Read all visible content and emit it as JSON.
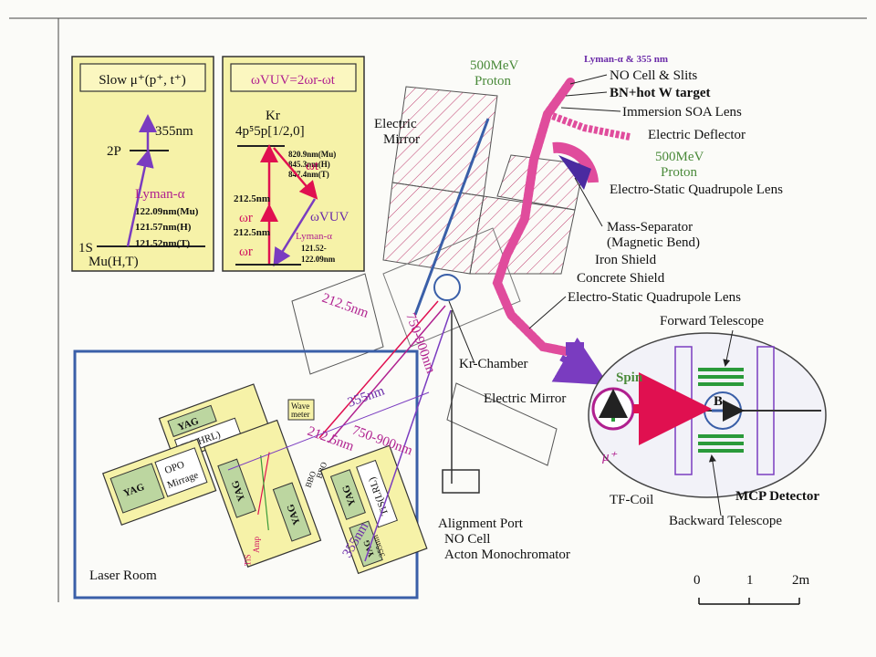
{
  "panel_mu": {
    "title": "Slow μ⁺(p⁺, t⁺)",
    "level_2p": "2P",
    "level_1s": "1S",
    "ground_species": "Mu(H,T)",
    "arrow_355": "355nm",
    "lyman_label": "Lyman-α",
    "wl_mu": "122.09nm(Mu)",
    "wl_h": "121.57nm(H)",
    "wl_t": "121.52nm(T)"
  },
  "panel_kr": {
    "title": "ωVUV=2ωr-ωt",
    "species": "Kr",
    "state": "4p⁵5p[1/2,0]",
    "wl_820": "820.9nm(Mu)",
    "wl_845": "845.3nm(H)",
    "wl_847": "847.4nm(T)",
    "upper_212": "212.5nm",
    "upper_omega_r": "ωr",
    "omega_t": "ωt",
    "omega_vuv": "ωVUV",
    "lower_212": "212.5nm",
    "lower_omega_r": "ωr",
    "lyman_label": "Lyman-α",
    "lyman_range_1": "121.52-",
    "lyman_range_2": "122.09nm"
  },
  "beamline_labels": {
    "lyman_355": "Lyman-α & 355 nm",
    "proton_top_1": "500MeV",
    "proton_top_2": "Proton",
    "no_cell_slits": "NO Cell & Slits",
    "target": "BN+hot W target",
    "soa_lens": "Immersion SOA Lens",
    "electric_mirror_top_1": "Electric",
    "electric_mirror_top_2": "Mirror",
    "electric_deflector": "Electric Deflector",
    "proton_right_1": "500MeV",
    "proton_right_2": "Proton",
    "esq_lens_top": "Electro-Static Quadrupole Lens",
    "mass_separator_1": "Mass-Separator",
    "mass_separator_2": "(Magnetic Bend)",
    "iron_shield": "Iron Shield",
    "concrete_shield": "Concrete Shield",
    "esq_lens_bottom": "Electro-Static Quadrupole Lens",
    "forward_telescope": "Forward Telescope",
    "kr_chamber": "Kr-Chamber",
    "electric_mirror_bottom": "Electric Mirror",
    "spin": "Spin",
    "mu_plus": "μ⁺",
    "field_b": "B",
    "tf_coil": "TF-Coil",
    "mcp_detector": "MCP Detector",
    "backward_telescope": "Backward Telescope",
    "alignment_port": "Alignment Port",
    "no_cell": "NO Cell",
    "monochromator": "Acton Monochromator"
  },
  "laser_room": {
    "title": "Laser Room",
    "yag_1": "YAG",
    "tis_hrl": "TiS(HRL)",
    "yag_2": "YAG",
    "opo_1": "OPO",
    "opo_2": "Mirrage",
    "yag_3": "YAG",
    "yag_4": "YAG",
    "amp": "Amp",
    "tis": "TiS",
    "bbo_1": "BBO",
    "bbo_2": "BBO",
    "wave_meter_1": "Wave",
    "wave_meter_2": "meter",
    "yag_5": "YAG",
    "tis_lrl": "TiS(LRL)",
    "yag_6": "YAG",
    "yag_6_sub": "355nm",
    "beam_212_a": "212.5nm",
    "beam_750_a": "750-900nm",
    "beam_355_a": "355nm",
    "beam_212_b": "212.5nm",
    "beam_750_b": "750-900nm",
    "beam_355_b": "355nm"
  },
  "scale_bar": {
    "tick_0": "0",
    "tick_1": "1",
    "tick_2": "2m"
  },
  "colors": {
    "panel_fill": "#f6f2a8",
    "beamline": "#e04c9c",
    "beam_red": "#e01050",
    "beam_purple": "#7a3cc0",
    "label_magenta": "#b0208f",
    "label_green": "#4a8a3a",
    "floor_blue": "#3a5fa8"
  }
}
